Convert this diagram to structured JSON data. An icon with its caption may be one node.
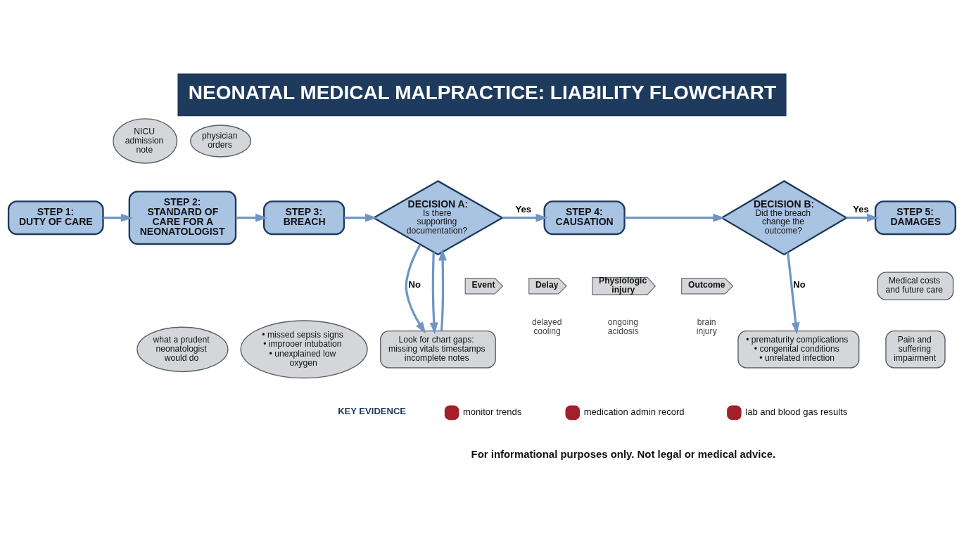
{
  "diagram": {
    "title": "NEONATAL MEDICAL MALPRACTICE: LIABILITY FLOWCHART",
    "caption": "For informational purposes only. Not legal or medical advice.",
    "nodes": [
      {
        "text": [
          "STEP 1:",
          "DUTY OF CARE"
        ]
      },
      {
        "text": [
          "NICU admission note"
        ]
      },
      {
        "text": [
          "physician orders"
        ]
      },
      {
        "text": [
          "STEP 2:",
          "STANDARD OF CARE FOR A NEONATOLOGIST"
        ]
      },
      {
        "text": [
          "what a prudent neonatologist would do"
        ]
      },
      {
        "text": [
          "STEP 3:",
          "BREACH"
        ]
      },
      {
        "text": [
          "• missed sepsis signs",
          "• improoer intubation",
          "• unexplained low oxygen"
        ]
      },
      {
        "text": [
          "DECISION A:",
          "Is there supporting documentation?"
        ]
      },
      {
        "text": [
          "Look for chart gaps:",
          "missing vitals timestamps",
          "incomplete notes"
        ]
      },
      {
        "text": [
          "STEP 4:",
          "CAUSATION"
        ]
      },
      {
        "text": [
          "Event"
        ]
      },
      {
        "text": [
          "Delay"
        ],
        "beside": [
          "delayed cooling"
        ]
      },
      {
        "text": [
          "Physiologic injury"
        ],
        "beside": [
          "ongoing acidosis"
        ]
      },
      {
        "text": [
          "Outcome"
        ],
        "beside": [
          "brain injury"
        ]
      },
      {
        "text": [
          "DECISION B:",
          "Did the breach change the outcome?"
        ]
      },
      {
        "text": [
          "• prematurity complications",
          "• congenital conditions",
          "• unrelated infection"
        ]
      },
      {
        "text": [
          "STEP 5:",
          "DAMAGES"
        ]
      },
      {
        "text": [
          "Medical costs and future care"
        ]
      },
      {
        "text": [
          "Pain and suffering impairment"
        ]
      }
    ],
    "edges": [
      {
        "from": 0,
        "to": 3,
        "arrow": "to"
      },
      {
        "from": 3,
        "to": 5,
        "arrow": "to"
      },
      {
        "from": 5,
        "to": 7,
        "arrow": "to"
      },
      {
        "from": 7,
        "to": 9,
        "arrow": "to",
        "label": "Yes"
      },
      {
        "from": 7,
        "to": 8,
        "arrow": "to",
        "label": "No"
      },
      {
        "from": 7,
        "to": 8,
        "arrow": "to"
      },
      {
        "from": 8,
        "to": 7,
        "arrow": "to"
      },
      {
        "from": 9,
        "to": 14,
        "arrow": "to"
      },
      {
        "from": 14,
        "to": 16,
        "arrow": "to",
        "label": "Yes"
      },
      {
        "from": 14,
        "to": 15,
        "arrow": "to",
        "label": "No"
      }
    ],
    "labels": [
      "KEY EVIDENCE"
    ],
    "legend": [
      {
        "text": "monitor trends"
      },
      {
        "text": "medication admin record"
      },
      {
        "text": "lab and blood gas results"
      }
    ]
  }
}
